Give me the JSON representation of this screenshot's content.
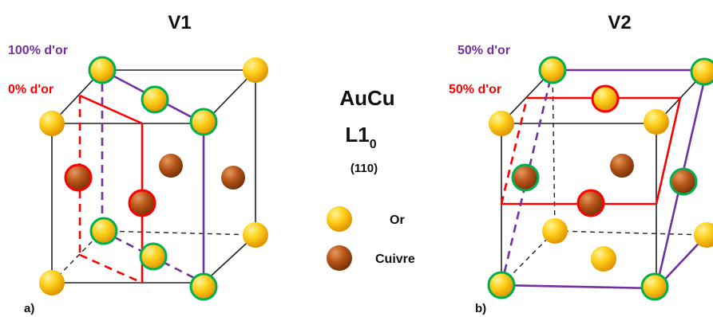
{
  "titles": {
    "v1": "V1",
    "v2": "V2"
  },
  "panel_labels": {
    "a": "a)",
    "b": "b)"
  },
  "v1": {
    "purple_label": "100% d'or",
    "red_label": "0% d'or"
  },
  "v2": {
    "purple_label": "50% d'or",
    "red_label": "50% d'or"
  },
  "center": {
    "compound": "AuCu",
    "structure_main": "L1",
    "structure_sub": "0",
    "plane": "(110)"
  },
  "legend": [
    {
      "label": "Or",
      "element": "gold"
    },
    {
      "label": "Cuivre",
      "element": "copper"
    }
  ],
  "colors": {
    "gold": "#F7B500",
    "copper": "#B8561A",
    "purple": "#7030A0",
    "red": "#FF0000",
    "green": "#00B050",
    "edge": "#222222"
  }
}
